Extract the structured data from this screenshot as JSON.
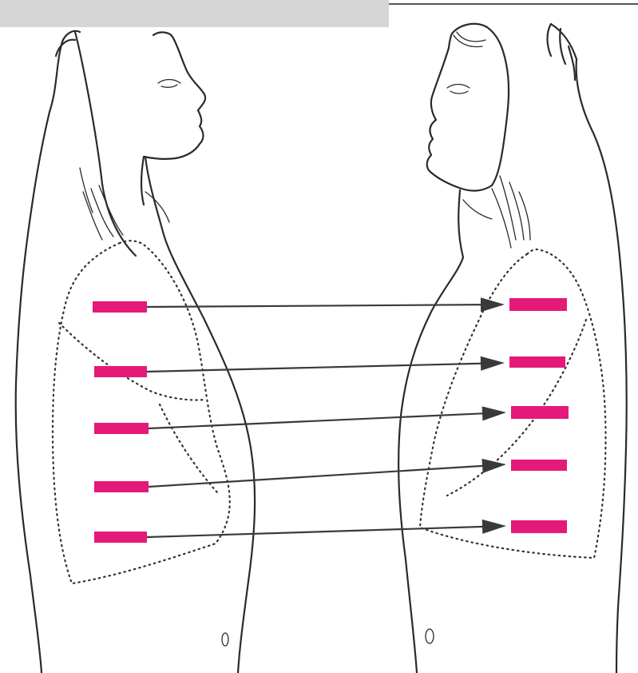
{
  "colors": {
    "marker": "#e5197a",
    "ink": "#2a2a2a",
    "header_bar": "#d6d6d6"
  },
  "figures": [
    {
      "view": "back",
      "facing": "right"
    },
    {
      "view": "front",
      "facing": "left"
    }
  ],
  "auscultation_points": {
    "count_per_side": 5,
    "pairs": [
      {
        "level": 1
      },
      {
        "level": 2
      },
      {
        "level": 3
      },
      {
        "level": 4
      },
      {
        "level": 5
      }
    ]
  }
}
